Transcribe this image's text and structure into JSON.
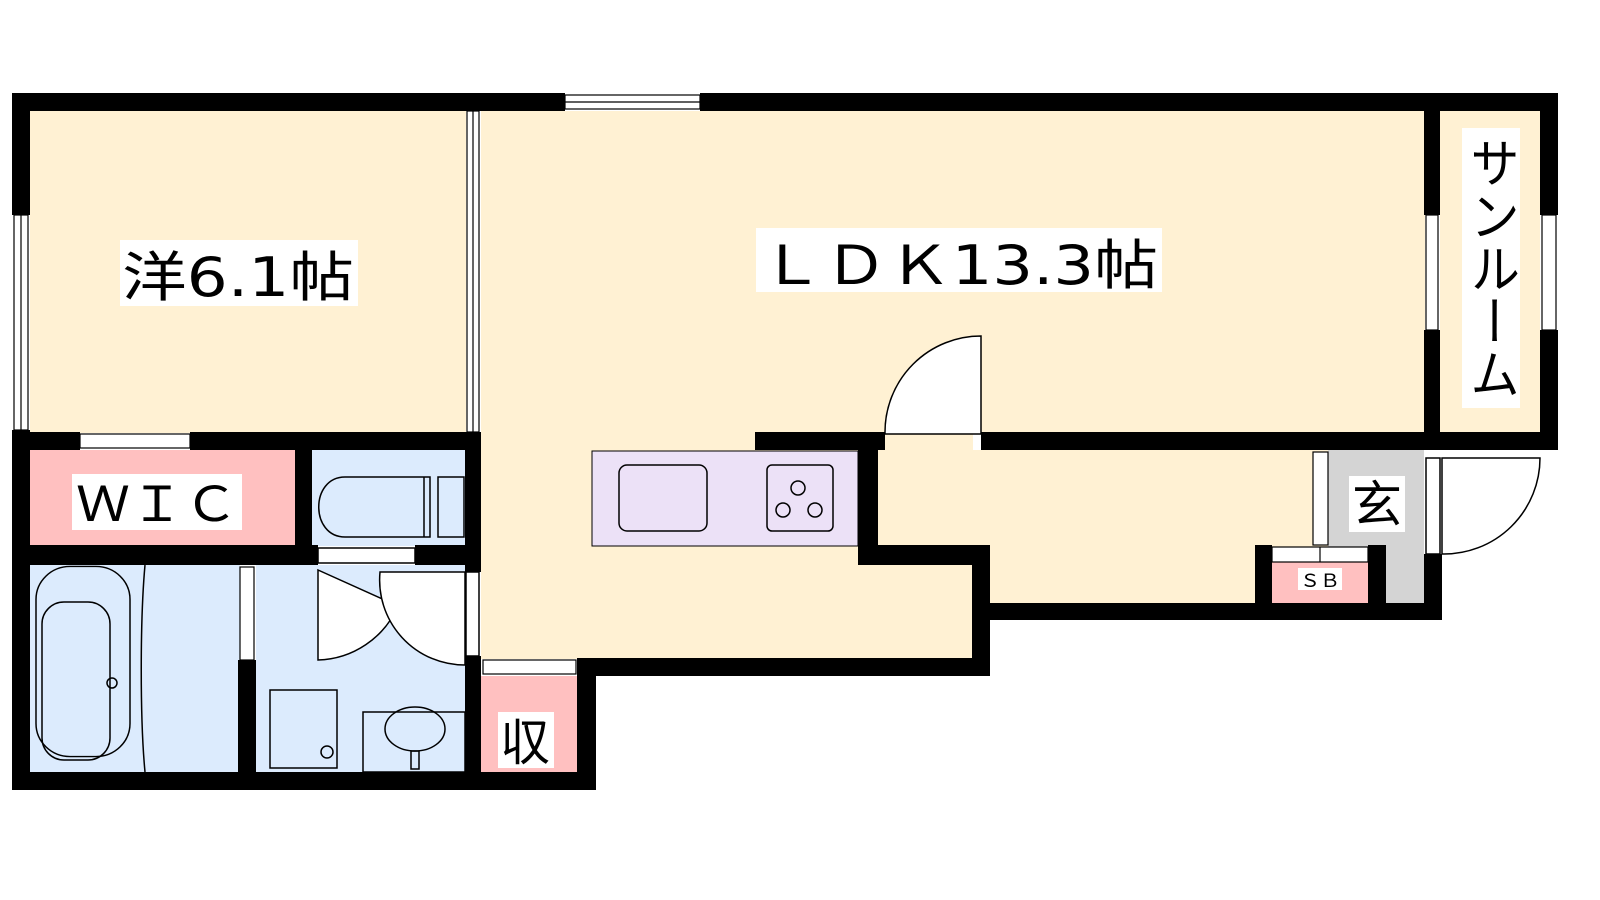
{
  "rooms": {
    "western": "洋6.1帖",
    "ldk": "ＬＤＫ13.3帖",
    "sunroom": "サンルーム",
    "wic": "ＷＩＣ",
    "storage": "収",
    "entrance": "玄",
    "shoebox": "ＳＢ"
  },
  "colors": {
    "living": "#fff1d3",
    "storage": "#ffc0c0",
    "wet": "#dcebfd",
    "kitchen": "#ece1f7",
    "entrance": "#d4d4d4",
    "wall": "#000000"
  }
}
